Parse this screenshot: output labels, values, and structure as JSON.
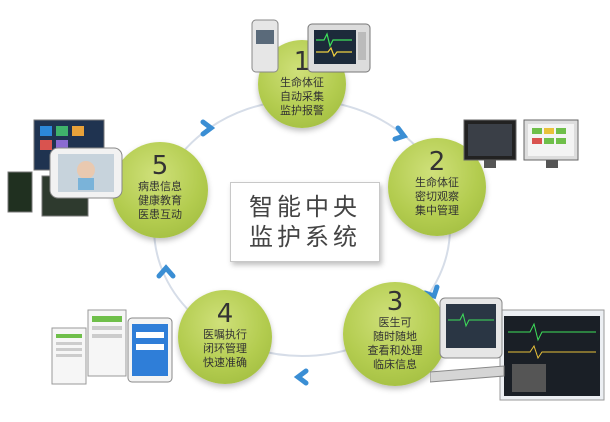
{
  "title": {
    "line1": "智能中央",
    "line2": "监护系统"
  },
  "nodes": [
    {
      "number": "1",
      "lines": [
        "生命体征",
        "自动采集",
        "监护报警"
      ]
    },
    {
      "number": "2",
      "lines": [
        "生命体征",
        "密切观察",
        "集中管理"
      ]
    },
    {
      "number": "3",
      "lines": [
        "医生可",
        "随时随地",
        "查看和处理",
        "临床信息"
      ]
    },
    {
      "number": "4",
      "lines": [
        "医嘱执行",
        "闭环管理",
        "快速准确"
      ]
    },
    {
      "number": "5",
      "lines": [
        "病患信息",
        "健康教育",
        "医患互动"
      ]
    }
  ],
  "colors": {
    "node": "#b3cc4f",
    "arrow": "#3a8ed4",
    "ring": "#d6dde8"
  }
}
